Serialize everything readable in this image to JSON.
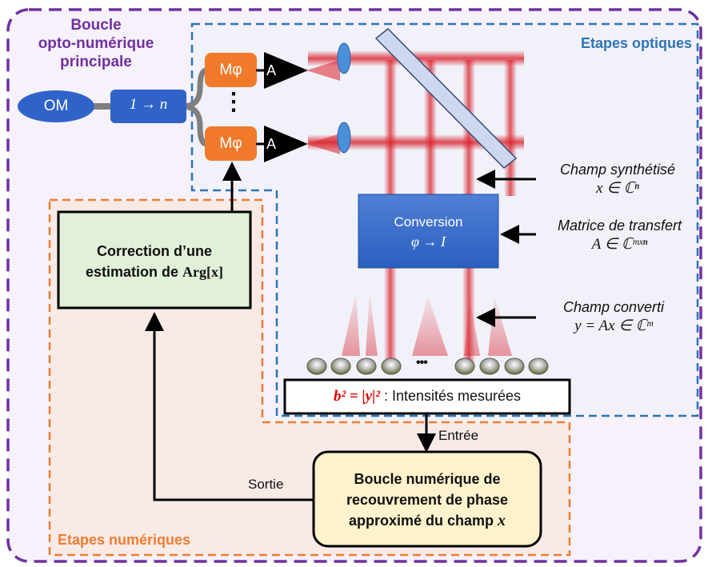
{
  "colors": {
    "main_loop": "#7030a0",
    "optical": "#2e75b6",
    "digital": "#ed7d31",
    "om_block": "#2f63c9",
    "modulator": "#f07a2a",
    "correction_fill": "#e2f0d9",
    "phase_loop_fill": "#fff2cc",
    "beam": "#c00000",
    "intensity_red": "#e00000"
  },
  "icons": {
    "amplifier": "amplifier-triangle-icon",
    "lens": "lens-icon",
    "mirror": "beam-splitter-icon",
    "detector": "photodetector-icon"
  },
  "labels": {
    "main_loop": [
      "Boucle",
      "opto-numérique",
      "principale"
    ],
    "optical_stages": "Etapes optiques",
    "digital_stages": "Etapes numériques",
    "om": "OM",
    "splitter": "1 → n",
    "modulator": "Mφ",
    "amplifier": "A",
    "dots": "⋮",
    "detector_dots": "•••",
    "conversion_title": "Conversion",
    "conversion_formula": "φ → I",
    "correction_line1": "Correction d’une",
    "correction_line2_prefix": "estimation de ",
    "correction_line2_math": "Arg[x]",
    "measured_math": "b² = |y|²",
    "measured_text": " : Intensités mesurées",
    "input": "Entrée",
    "output": "Sortie",
    "phase_loop_line1": "Boucle numérique de",
    "phase_loop_line2": "recouvrement de phase",
    "phase_loop_line3_prefix": "approximé du champ ",
    "phase_loop_line3_math": "x",
    "synth_field_title": "Champ synthétisé",
    "synth_field_math": "x ∈ ℂⁿ",
    "transfer_matrix_title": "Matrice de transfert",
    "transfer_matrix_math": "A ∈ ℂᵐˣⁿ",
    "converted_field_title": "Champ converti",
    "converted_field_math": "y = Ax ∈ ℂᵐ"
  }
}
